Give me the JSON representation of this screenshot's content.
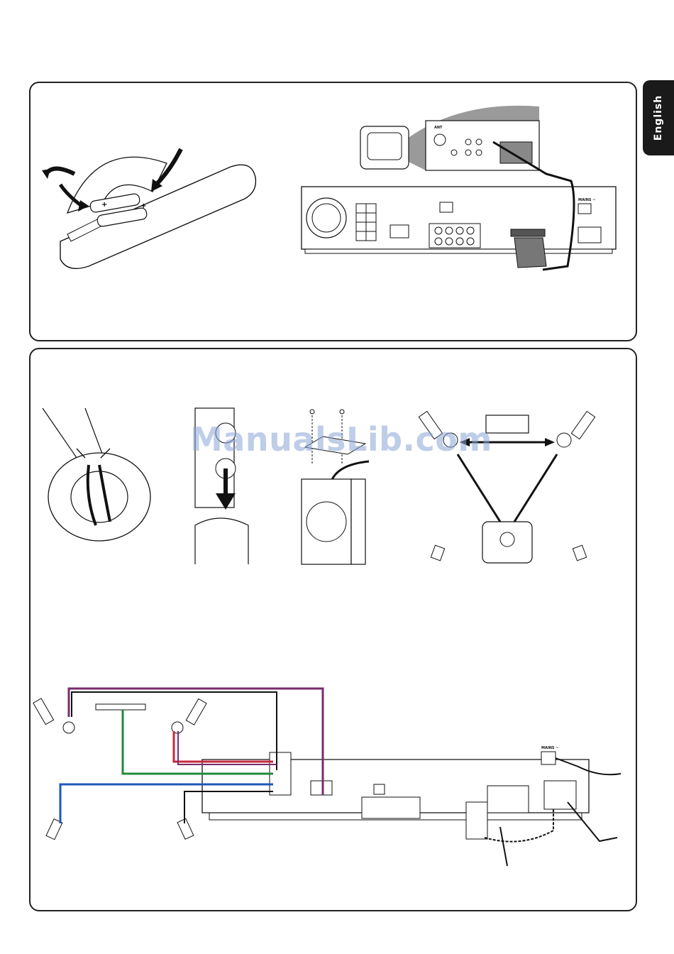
{
  "page": {
    "language_tab": "English",
    "watermark": "ManualsLib.com"
  },
  "labels": {
    "mains_top": "MAINS ~",
    "mains_bottom": "MAINS ~",
    "ant": "ANT"
  },
  "colors": {
    "wire_purple": "#7a2a6e",
    "wire_green": "#1f8a3a",
    "wire_red": "#c4283c",
    "wire_blue": "#1f57b8",
    "wire_black": "#222222"
  }
}
